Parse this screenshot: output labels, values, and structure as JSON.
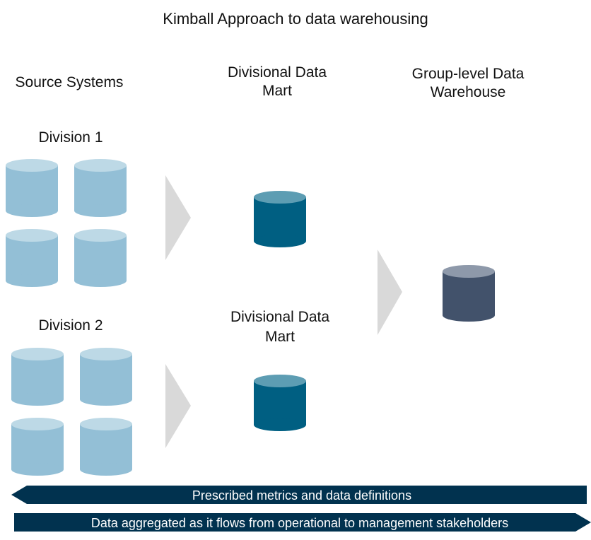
{
  "title": "Kimball Approach to data warehousing",
  "columns": {
    "source_systems": "Source Systems",
    "divisional_data_mart": [
      "Divisional Data",
      "Mart"
    ],
    "group_level_dw": [
      "Group-level Data",
      "Warehouse"
    ]
  },
  "divisions": {
    "division_1": "Division 1",
    "division_2": "Division 2"
  },
  "divisional_data_mart_2": [
    "Divisional Data",
    "Mart"
  ],
  "bands": {
    "top": "Prescribed metrics and data definitions",
    "bottom": "Data aggregated as it flows from operational to management stakeholders"
  },
  "colors": {
    "source_db_body": "#93bfd6",
    "source_db_top": "#bdd9e6",
    "mart_db_body": "#005f82",
    "mart_db_top": "#5d9db3",
    "warehouse_db_body": "#42526b",
    "warehouse_db_top": "#8e99aa",
    "chevron": "#d9d9d9",
    "band": "#01324f"
  },
  "icons": [
    "database-icon",
    "chevron-right-icon",
    "arrow-left-band",
    "arrow-right-band"
  ]
}
